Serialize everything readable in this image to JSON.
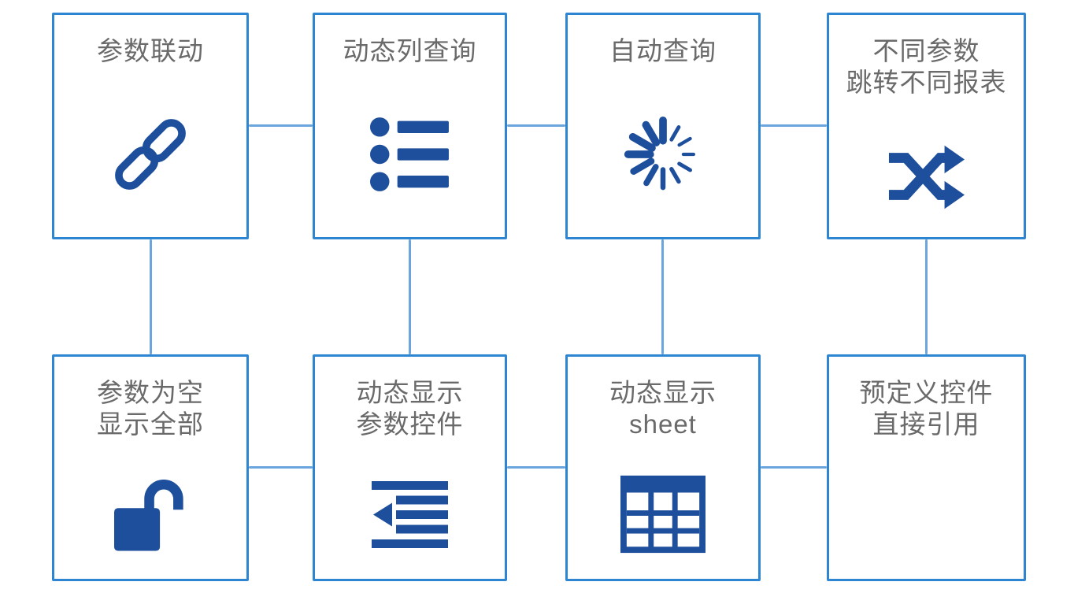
{
  "diagram": {
    "canvas": {
      "width": "1364",
      "height": "767",
      "background": "#ffffff"
    },
    "colors": {
      "box_border": "#2e86d3",
      "connector": "#6aa5dd",
      "icon": "#1e4f9c",
      "text": "#6a6a6a"
    },
    "nodes": [
      {
        "id": "param-linkage",
        "lines": [
          "参数联动",
          ""
        ],
        "icon": "link-icon"
      },
      {
        "id": "dynamic-column-query",
        "lines": [
          "动态列查询",
          ""
        ],
        "icon": "bullet-list-icon"
      },
      {
        "id": "auto-query",
        "lines": [
          "自动查询",
          ""
        ],
        "icon": "spinner-icon"
      },
      {
        "id": "param-jump-reports",
        "lines": [
          "不同参数",
          "跳转不同报表"
        ],
        "icon": "shuffle-icon"
      },
      {
        "id": "empty-param-show-all",
        "lines": [
          "参数为空",
          "显示全部"
        ],
        "icon": "unlock-icon"
      },
      {
        "id": "dynamic-param-controls",
        "lines": [
          "动态显示",
          "参数控件"
        ],
        "icon": "outdent-icon"
      },
      {
        "id": "dynamic-sheet",
        "lines": [
          "动态显示",
          "sheet"
        ],
        "icon": "table-grid-icon"
      },
      {
        "id": "predefined-controls",
        "lines": [
          "预定义控件",
          "直接引用"
        ],
        "icon": "none"
      }
    ],
    "connections": [
      {
        "from": "param-linkage",
        "to": "dynamic-column-query"
      },
      {
        "from": "dynamic-column-query",
        "to": "auto-query"
      },
      {
        "from": "auto-query",
        "to": "param-jump-reports"
      },
      {
        "from": "empty-param-show-all",
        "to": "dynamic-param-controls"
      },
      {
        "from": "dynamic-param-controls",
        "to": "dynamic-sheet"
      },
      {
        "from": "dynamic-sheet",
        "to": "predefined-controls"
      },
      {
        "from": "param-linkage",
        "to": "empty-param-show-all"
      },
      {
        "from": "dynamic-column-query",
        "to": "dynamic-param-controls"
      },
      {
        "from": "auto-query",
        "to": "dynamic-sheet"
      },
      {
        "from": "param-jump-reports",
        "to": "predefined-controls"
      }
    ]
  }
}
